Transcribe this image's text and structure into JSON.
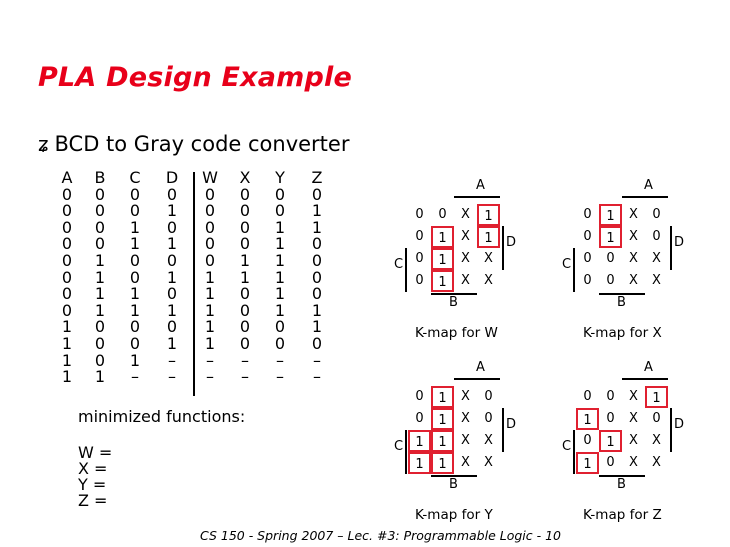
{
  "title": "PLA Design Example",
  "bullet": {
    "icon": "z-bullet-icon",
    "text": "BCD to Gray code converter"
  },
  "truth_table": {
    "headers": [
      "A",
      "B",
      "C",
      "D",
      "W",
      "X",
      "Y",
      "Z"
    ],
    "columns": [
      [
        "0",
        "0",
        "0",
        "0",
        "0",
        "0",
        "0",
        "0",
        "1",
        "1",
        "1",
        "1"
      ],
      [
        "0",
        "0",
        "0",
        "0",
        "1",
        "1",
        "1",
        "1",
        "0",
        "0",
        "0",
        "1"
      ],
      [
        "0",
        "0",
        "1",
        "1",
        "0",
        "0",
        "1",
        "1",
        "0",
        "0",
        "1",
        "–"
      ],
      [
        "0",
        "1",
        "0",
        "1",
        "0",
        "1",
        "0",
        "1",
        "0",
        "1",
        "–",
        "–"
      ],
      [
        "0",
        "0",
        "0",
        "0",
        "0",
        "1",
        "1",
        "1",
        "1",
        "1",
        "–",
        "–"
      ],
      [
        "0",
        "0",
        "0",
        "0",
        "1",
        "1",
        "0",
        "0",
        "0",
        "0",
        "–",
        "–"
      ],
      [
        "0",
        "0",
        "1",
        "1",
        "1",
        "1",
        "1",
        "1",
        "0",
        "0",
        "–",
        "–"
      ],
      [
        "0",
        "1",
        "1",
        "0",
        "0",
        "0",
        "0",
        "1",
        "1",
        "0",
        "–",
        "–"
      ]
    ]
  },
  "minimized": {
    "label": "minimized functions:",
    "equations": [
      "W =",
      "X =",
      "Y =",
      "Z ="
    ]
  },
  "kmaps": [
    {
      "name": "W",
      "caption": "K-map for W",
      "labels": {
        "a": "A",
        "b": "B",
        "c": "C",
        "d": "D"
      },
      "cells": [
        [
          "0",
          "0",
          "X",
          "1"
        ],
        [
          "0",
          "1",
          "X",
          "1"
        ],
        [
          "0",
          "1",
          "X",
          "X"
        ],
        [
          "0",
          "1",
          "X",
          "X"
        ]
      ]
    },
    {
      "name": "X",
      "caption": "K-map for X",
      "labels": {
        "a": "A",
        "b": "B",
        "c": "C",
        "d": "D"
      },
      "cells": [
        [
          "0",
          "1",
          "X",
          "0"
        ],
        [
          "0",
          "1",
          "X",
          "0"
        ],
        [
          "0",
          "0",
          "X",
          "X"
        ],
        [
          "0",
          "0",
          "X",
          "X"
        ]
      ]
    },
    {
      "name": "Y",
      "caption": "K-map for Y",
      "labels": {
        "a": "A",
        "b": "B",
        "c": "C",
        "d": "D"
      },
      "cells": [
        [
          "0",
          "1",
          "X",
          "0"
        ],
        [
          "0",
          "1",
          "X",
          "0"
        ],
        [
          "1",
          "1",
          "X",
          "X"
        ],
        [
          "1",
          "1",
          "X",
          "X"
        ]
      ]
    },
    {
      "name": "Z",
      "caption": "K-map for Z",
      "labels": {
        "a": "A",
        "b": "B",
        "c": "C",
        "d": "D"
      },
      "cells": [
        [
          "0",
          "0",
          "X",
          "1"
        ],
        [
          "1",
          "0",
          "X",
          "0"
        ],
        [
          "0",
          "1",
          "X",
          "X"
        ],
        [
          "1",
          "0",
          "X",
          "X"
        ]
      ]
    }
  ],
  "footer": "CS 150 - Spring 2007 – Lec. #3: Programmable Logic - 10",
  "colors": {
    "title": "#e8001a",
    "highlight": "#e02030"
  }
}
